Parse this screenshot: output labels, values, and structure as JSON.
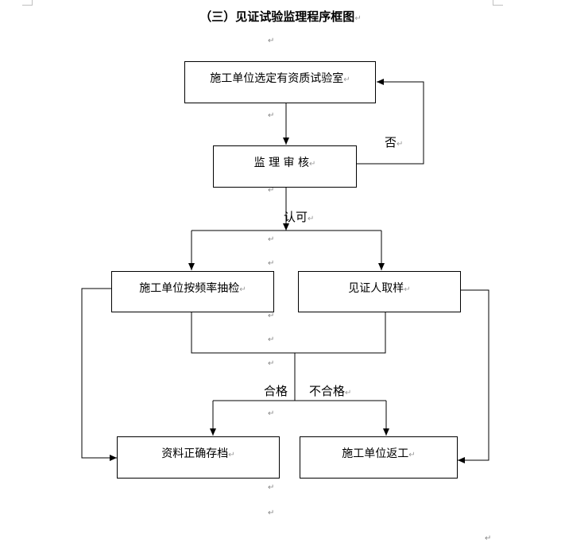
{
  "title": "（三）见证试验监理程序框图",
  "paragraph_mark": "↵",
  "boxes": {
    "lab_selection": "施工单位选定有资质试验室",
    "supervision_review": "监 理 审 核",
    "frequency_check": "施工单位按频率抽检",
    "witness_sampling": "见证人取样",
    "archive": "资料正确存档",
    "rework": "施工单位返工"
  },
  "labels": {
    "no": "否",
    "approved": "认可",
    "pass": "合格",
    "fail": "不合格"
  }
}
